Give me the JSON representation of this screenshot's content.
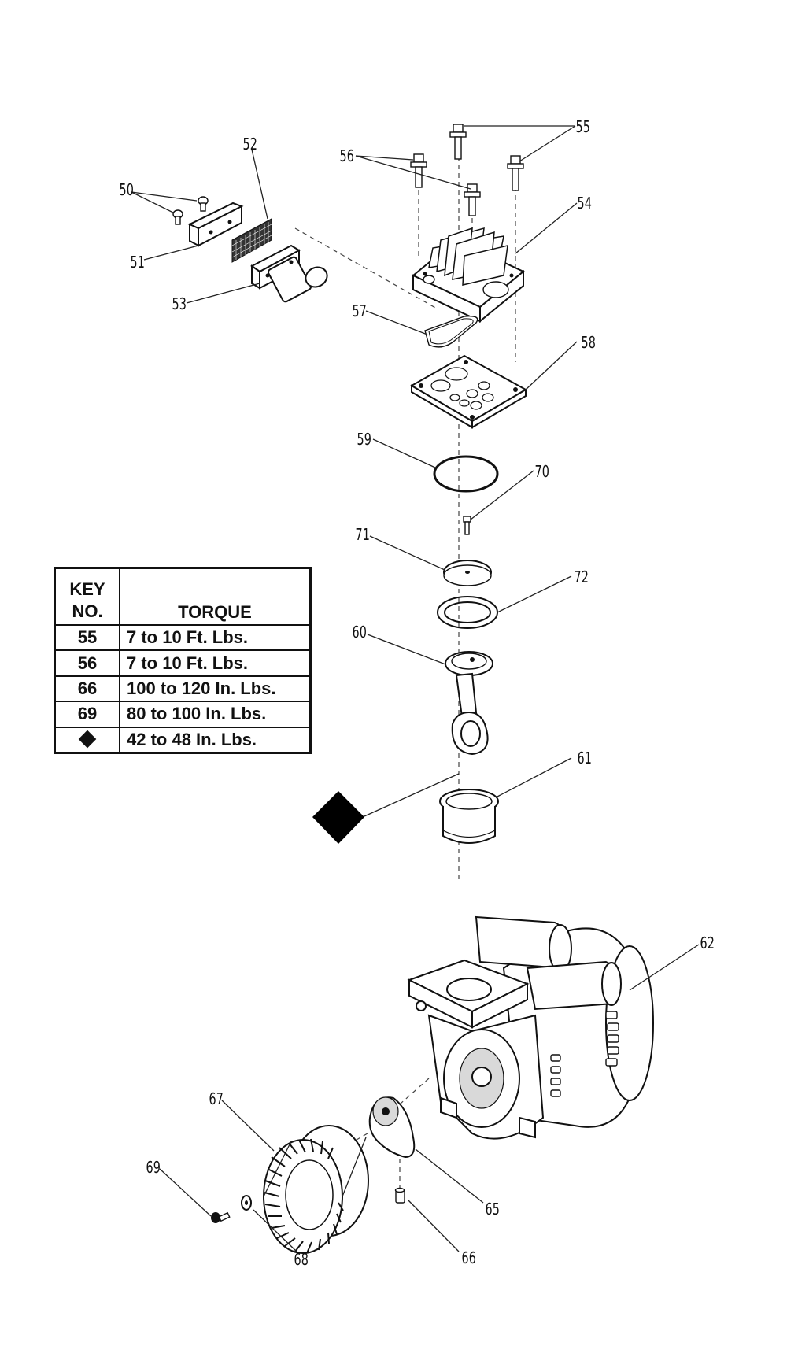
{
  "callouts": [
    "50",
    "51",
    "52",
    "53",
    "54",
    "55",
    "56",
    "57",
    "58",
    "59",
    "60",
    "61",
    "62",
    "65",
    "66",
    "67",
    "68",
    "69",
    "70",
    "71",
    "72"
  ],
  "torque_table": {
    "header_key_line1": "KEY",
    "header_key_line2": "NO.",
    "header_torque": "TORQUE",
    "rows": [
      {
        "key": "55",
        "torque": "7 to 10 Ft. Lbs."
      },
      {
        "key": "56",
        "torque": "7 to 10 Ft. Lbs."
      },
      {
        "key": "66",
        "torque": "100 to 120 In. Lbs."
      },
      {
        "key": "69",
        "torque": "80 to 100 In. Lbs."
      },
      {
        "key": "diamond-symbol",
        "torque": "42 to 48 In. Lbs."
      }
    ]
  },
  "diamond_marker_icon": "diamond-icon"
}
